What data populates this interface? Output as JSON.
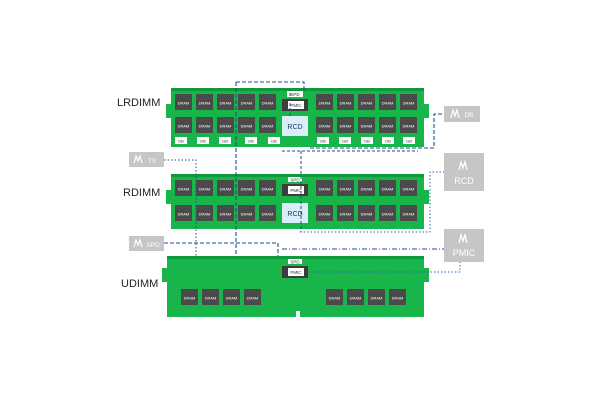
{
  "modules": {
    "lrdimm": {
      "label": "LRDIMM"
    },
    "rdimm": {
      "label": "RDIMM"
    },
    "udimm": {
      "label": "UDIMM"
    }
  },
  "chips": {
    "dram": "DRAM",
    "db": "DB",
    "spd": "SPD",
    "pmic": "PMIC",
    "rcd": "RCD"
  },
  "callouts": {
    "db": "DB",
    "ts": "TS",
    "spd": "SPD",
    "rcd": "RCD",
    "pmic": "PMIC"
  },
  "colors": {
    "pcb": "#18b54a",
    "pcb_edge": "#0e9a3a",
    "dram": "#4a4a4a",
    "label_chip": "#ffffff",
    "rcd_chip": "#d9eef6",
    "callout_box": "#c6c6c6",
    "line_dash": "#1f4f8a",
    "line_dot": "#2a64b8"
  },
  "icons": {
    "callout_marker": "brand-logo-icon",
    "connector": "gold-finger-connector"
  }
}
